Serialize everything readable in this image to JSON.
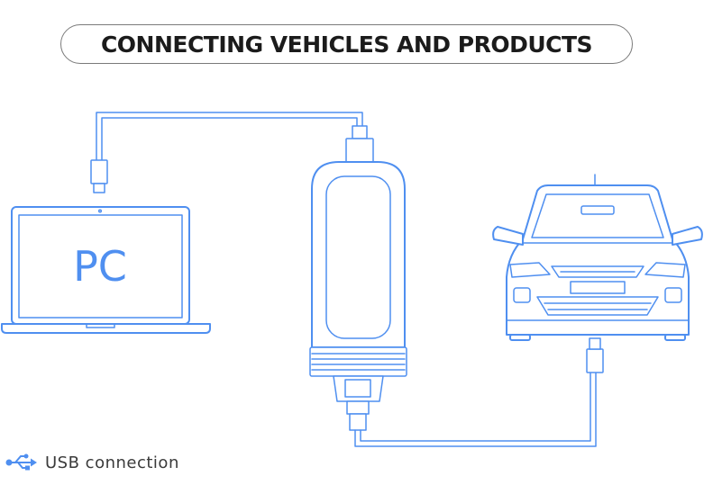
{
  "title": "CONNECTING VEHICLES AND PRODUCTS",
  "pc": {
    "label": "PC"
  },
  "legend": {
    "icon": "usb-icon",
    "label": "USB connection"
  },
  "colors": {
    "line": "#4f8ff0",
    "title_text": "#1b1b1b",
    "title_border": "#7a7a7a",
    "legend_text": "#3a3a3a",
    "background": "#ffffff"
  }
}
